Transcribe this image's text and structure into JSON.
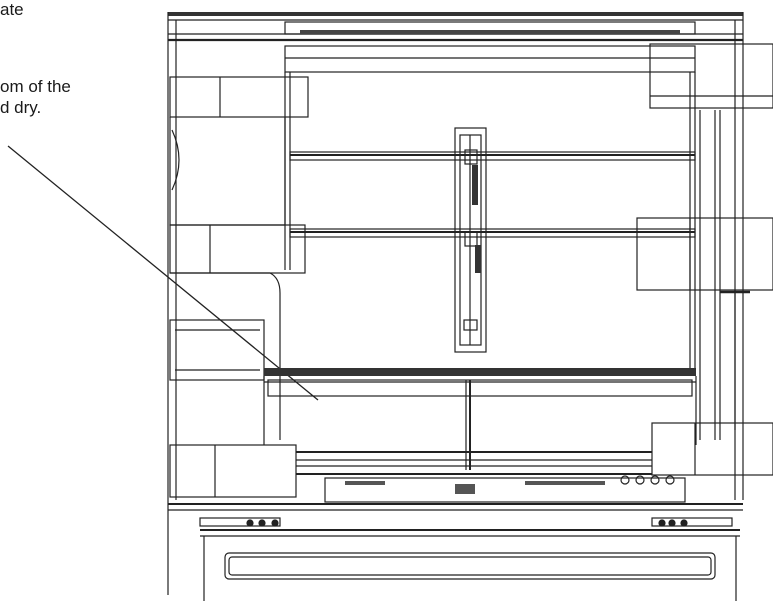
{
  "instruction": {
    "line1": "ate",
    "line2": "om of the",
    "line3": "d dry."
  }
}
